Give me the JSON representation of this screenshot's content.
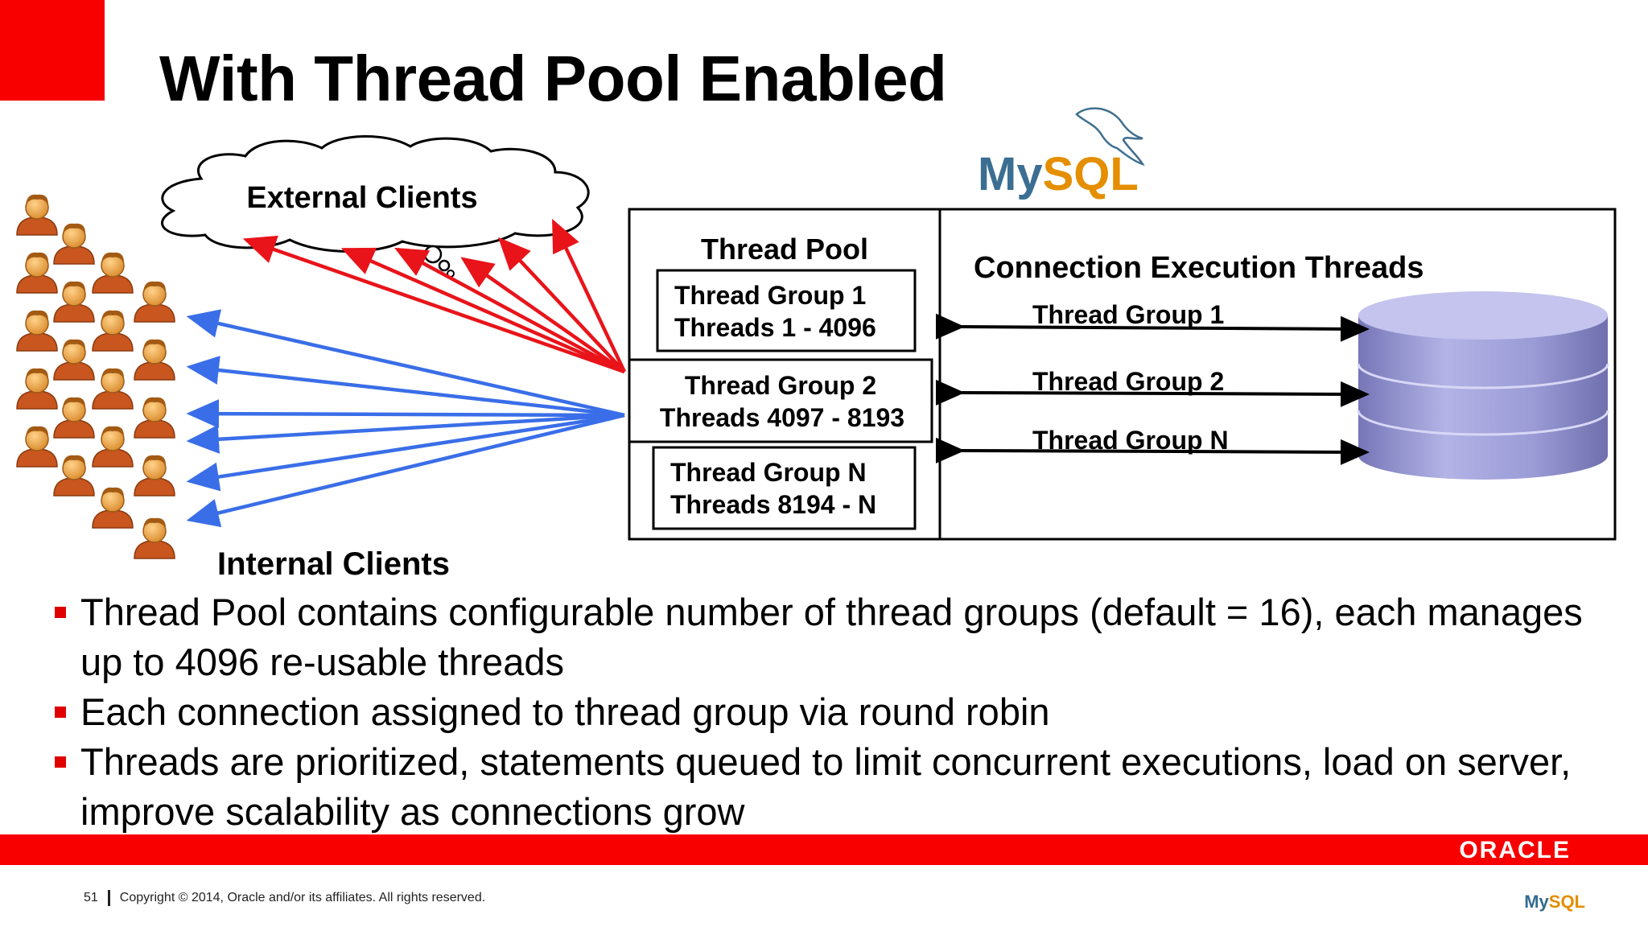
{
  "slide": {
    "title": "With Thread Pool Enabled",
    "page_number": "51",
    "copyright": "Copyright © 2014, Oracle and/or its affiliates. All rights reserved."
  },
  "diagram": {
    "external_clients_label": "External Clients",
    "internal_clients_label": "Internal Clients",
    "mysql_logo_text": "MySQL",
    "thread_pool_title": "Thread Pool",
    "thread_groups": [
      {
        "name": "Thread Group 1",
        "threads": "Threads  1 - 4096"
      },
      {
        "name": "Thread Group 2",
        "threads": "Threads  4097 - 8193"
      },
      {
        "name": "Thread Group N",
        "threads": "Threads  8194 - N"
      }
    ],
    "execution_title": "Connection Execution Threads",
    "execution_groups": [
      "Thread Group 1",
      "Thread Group 2",
      "Thread Group N"
    ],
    "colors": {
      "external_arrows": "#e8141a",
      "internal_arrows": "#3a6ee8",
      "database": "#9b9bd6",
      "brand_red": "#f80000"
    }
  },
  "bullets": [
    "Thread Pool contains configurable number of thread groups (default = 16), each manages up to 4096 re-usable threads",
    "Each connection assigned to thread group via round robin",
    "Threads are prioritized, statements queued to limit concurrent executions, load on server, improve scalability as connections grow"
  ],
  "footer": {
    "oracle_logo": "ORACLE",
    "mysql_logo_a": "My",
    "mysql_logo_b": "SQL"
  }
}
